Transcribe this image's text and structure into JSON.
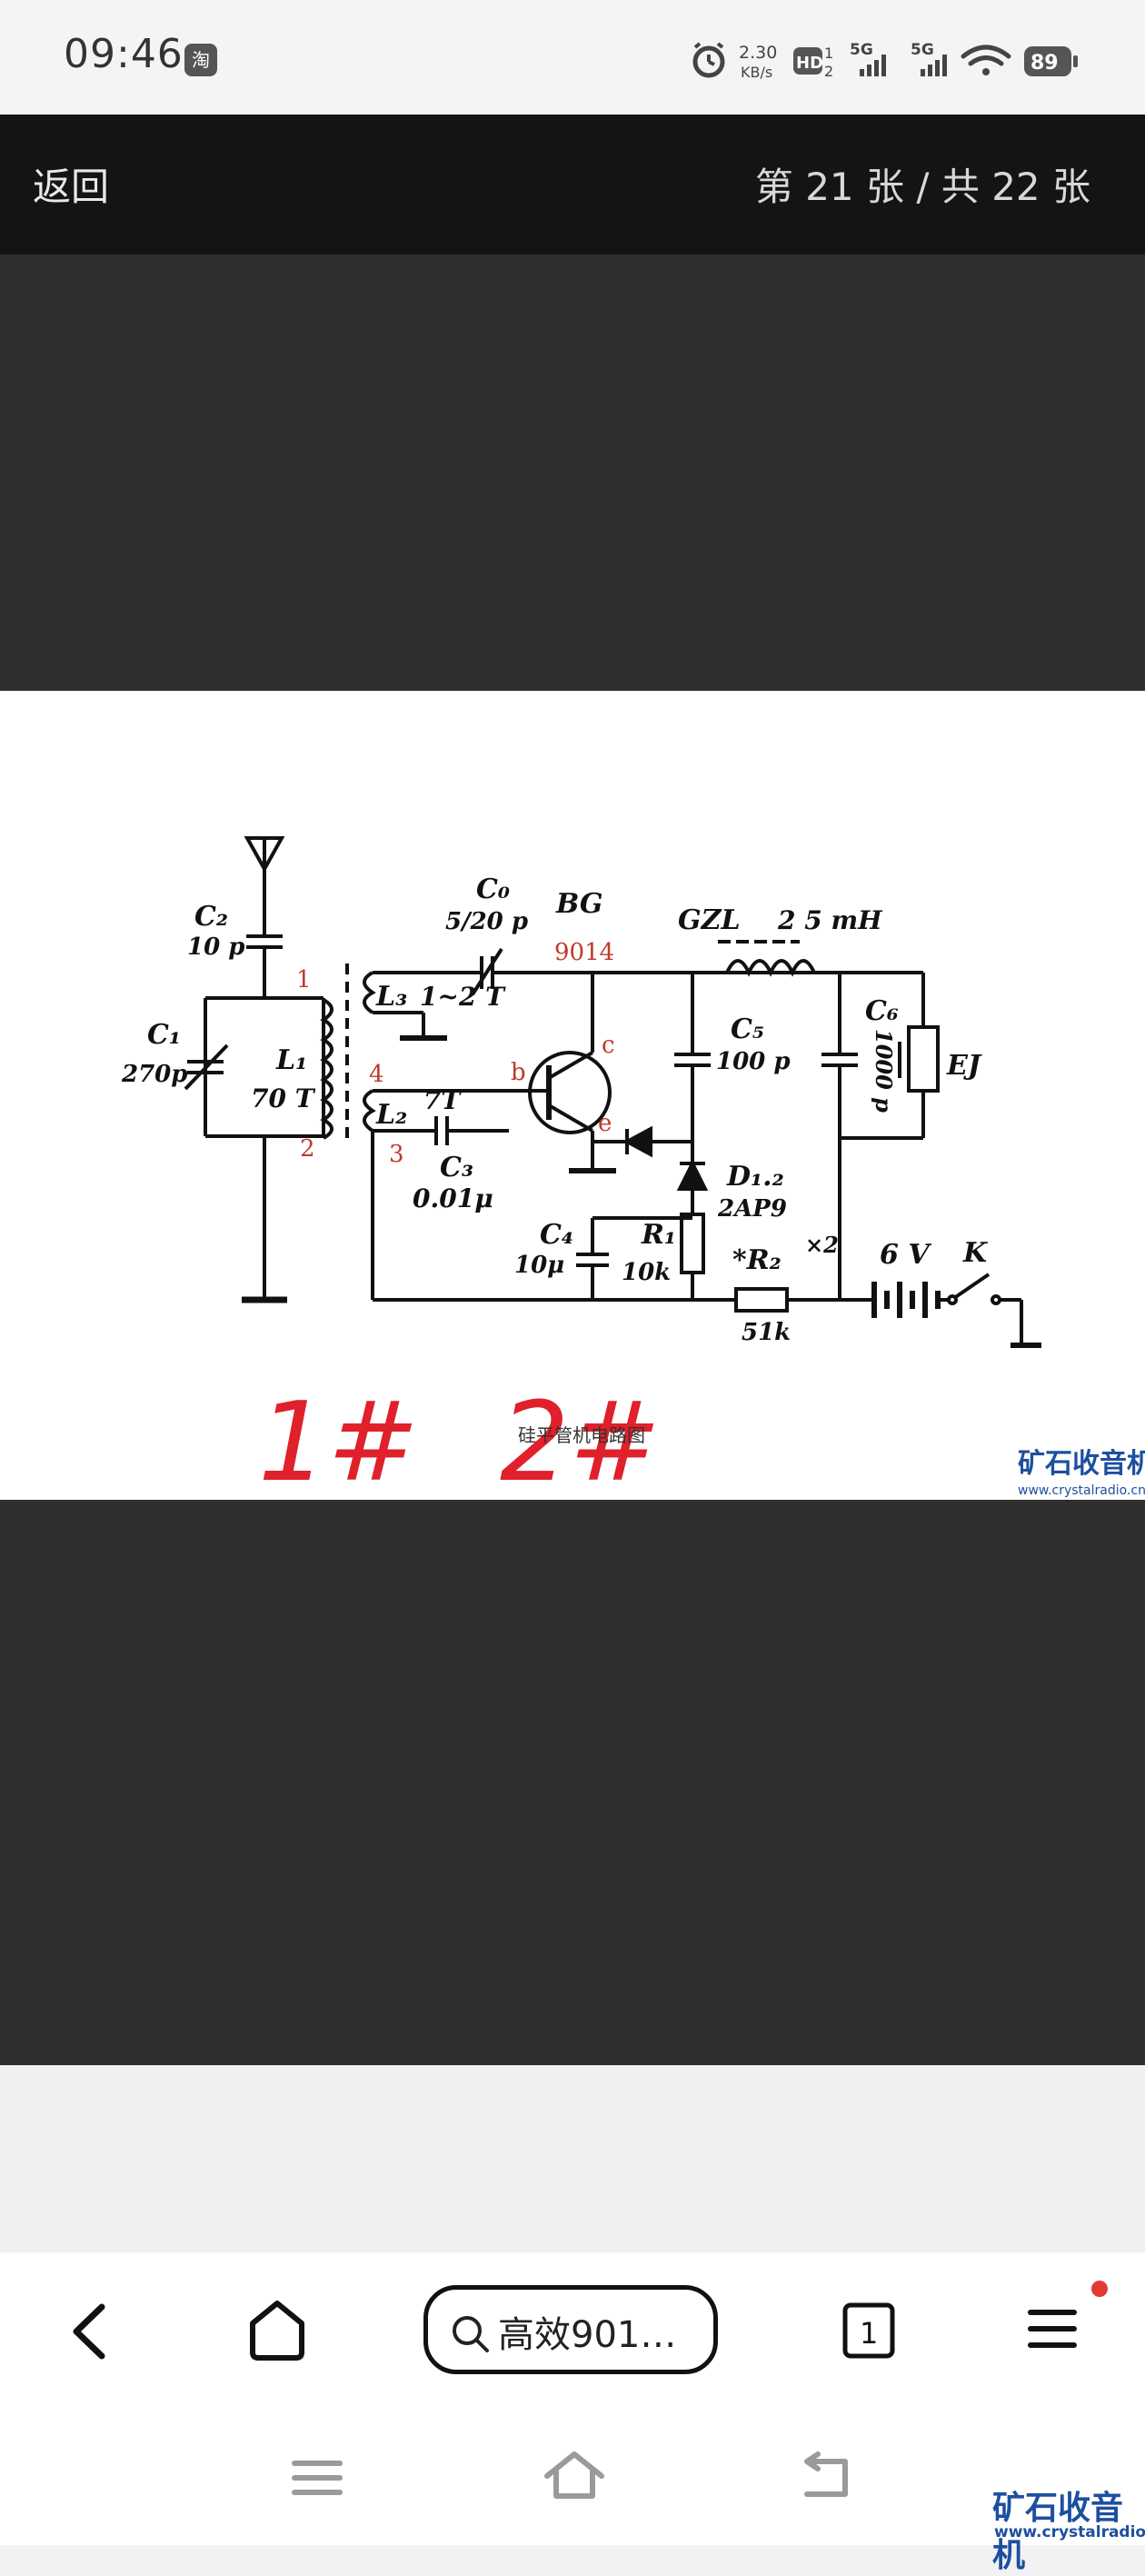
{
  "status_bar": {
    "time": "09:46",
    "app_badge": "淘",
    "net_speed_value": "2.30",
    "net_speed_unit": "KB/s",
    "hd_label": "HD",
    "hd_sub_top": "1",
    "hd_sub_bottom": "2",
    "sim1_label": "5G",
    "sim2_label": "5G",
    "battery": "89"
  },
  "header": {
    "back_label": "返回",
    "counter_text": "第 21 张 / 共 22 张"
  },
  "schematic": {
    "c2_name": "C₂",
    "c2_value": "10 p",
    "c0_name": "C₀",
    "c0_value": "5/20 p",
    "bg_name": "BG",
    "transistor_model": "9014",
    "gzl_name": "GZL",
    "gzl_value": "2 5 mH",
    "c1_name": "C₁",
    "c1_value": "270p",
    "l1_name": "L₁",
    "l1_turns": "70 T",
    "l3_name": "L₃",
    "l3_turns": "1~2 T",
    "l2_name": "L₂",
    "l2_turns": "7T",
    "c3_name": "C₃",
    "c3_value": "0.01μ",
    "c5_name": "C₅",
    "c5_value": "100 p",
    "c6_name": "C₆",
    "c6_value": "1000 p",
    "ej_label": "EJ",
    "d_name": "D₁.₂",
    "d_value": "2AP9",
    "d_mult": "×2",
    "c4_name": "C₄",
    "c4_value": "10μ",
    "r1_name": "R₁",
    "r1_value": "10k",
    "r2_name": "*R₂",
    "r2_value": "51k",
    "battery_label": "6 V",
    "switch_label": "K",
    "pin1": "1",
    "pin2": "2",
    "pin3": "3",
    "pin4": "4",
    "pin_b": "b",
    "pin_c": "c",
    "pin_e": "e",
    "handwritten_1": "1#",
    "handwritten_2": "2#",
    "caption": "硅平管机电路图",
    "watermark_title": "矿石收音机",
    "watermark_url": "www.crystalradio.cn"
  },
  "bottom_nav": {
    "search_text": "高效901…",
    "tab_count": "1",
    "menu_badge_color": "#e53935"
  },
  "corner_watermark": {
    "title": "矿石收音机",
    "url": "www.crystalradio.cn"
  }
}
